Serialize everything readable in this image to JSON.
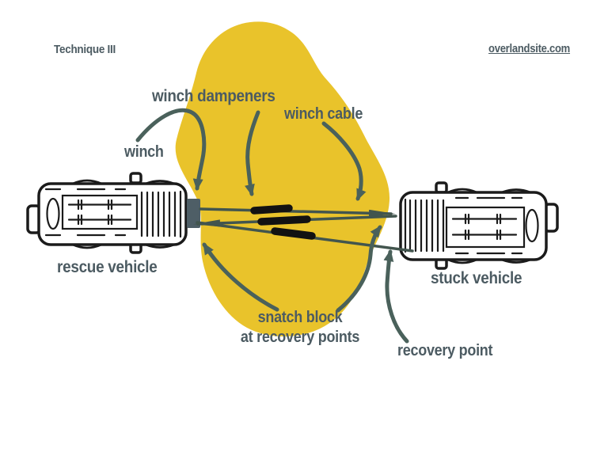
{
  "header": {
    "technique_label": "Technique III",
    "website": "overlandsite.com"
  },
  "labels": {
    "winch_dampeners": "winch dampeners",
    "winch_cable": "winch cable",
    "winch": "winch",
    "rescue_vehicle": "rescue vehicle",
    "stuck_vehicle": "stuck vehicle",
    "snatch_block_line1": "snatch block",
    "snatch_block_line2": "at recovery points",
    "recovery_point": "recovery point"
  },
  "colors": {
    "background": "#FFFFFF",
    "blob_yellow": "#E9C32B",
    "ink_text": "#4C5B62",
    "arrow_teal": "#4A615B",
    "cable_green": "#42554E",
    "dampener_black": "#121212",
    "vehicle_line": "#1B1B1B",
    "winch_fill": "#4E5E66"
  }
}
